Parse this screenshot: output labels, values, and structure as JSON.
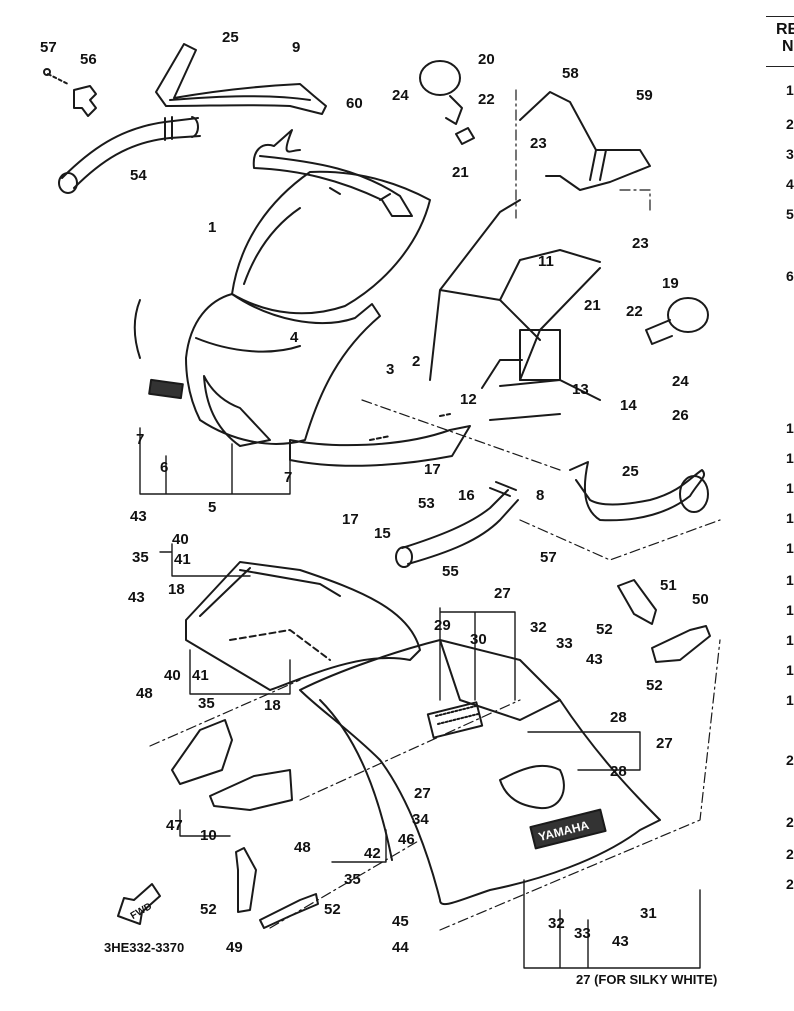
{
  "diagram": {
    "title_code": "3HE332-3370",
    "fwd_arrow_label": "FWD",
    "brand_decal_text": "YAMAHA",
    "footnote": "27 (FOR SILKY WHITE)",
    "ref_column": {
      "header_line1": "RE",
      "header_line2": "N",
      "visible_numbers": [
        "1",
        "2",
        "3",
        "4",
        "5",
        "6",
        "1",
        "1",
        "1",
        "1",
        "1",
        "1",
        "1",
        "1",
        "1",
        "1",
        "2",
        "2",
        "2",
        "2"
      ]
    },
    "labels": [
      {
        "id": "57a",
        "text": "57"
      },
      {
        "id": "56",
        "text": "56"
      },
      {
        "id": "25a",
        "text": "25"
      },
      {
        "id": "9",
        "text": "9"
      },
      {
        "id": "20",
        "text": "20"
      },
      {
        "id": "24a",
        "text": "24"
      },
      {
        "id": "22a",
        "text": "22"
      },
      {
        "id": "58",
        "text": "58"
      },
      {
        "id": "59",
        "text": "59"
      },
      {
        "id": "23a",
        "text": "23"
      },
      {
        "id": "60",
        "text": "60"
      },
      {
        "id": "54",
        "text": "54"
      },
      {
        "id": "21a",
        "text": "21"
      },
      {
        "id": "1",
        "text": "1"
      },
      {
        "id": "23b",
        "text": "23"
      },
      {
        "id": "11",
        "text": "11"
      },
      {
        "id": "19",
        "text": "19"
      },
      {
        "id": "21b",
        "text": "21"
      },
      {
        "id": "22b",
        "text": "22"
      },
      {
        "id": "4",
        "text": "4"
      },
      {
        "id": "3",
        "text": "3"
      },
      {
        "id": "2",
        "text": "2"
      },
      {
        "id": "24b",
        "text": "24"
      },
      {
        "id": "13",
        "text": "13"
      },
      {
        "id": "14",
        "text": "14"
      },
      {
        "id": "12",
        "text": "12"
      },
      {
        "id": "26",
        "text": "26"
      },
      {
        "id": "7a",
        "text": "7"
      },
      {
        "id": "6",
        "text": "6"
      },
      {
        "id": "7b",
        "text": "7"
      },
      {
        "id": "17a",
        "text": "17"
      },
      {
        "id": "16",
        "text": "16"
      },
      {
        "id": "25b",
        "text": "25"
      },
      {
        "id": "5",
        "text": "5"
      },
      {
        "id": "8",
        "text": "8"
      },
      {
        "id": "17b",
        "text": "17"
      },
      {
        "id": "15",
        "text": "15"
      },
      {
        "id": "53",
        "text": "53"
      },
      {
        "id": "43a",
        "text": "43"
      },
      {
        "id": "40a",
        "text": "40"
      },
      {
        "id": "35a",
        "text": "35"
      },
      {
        "id": "41a",
        "text": "41"
      },
      {
        "id": "55",
        "text": "55"
      },
      {
        "id": "57b",
        "text": "57"
      },
      {
        "id": "27a",
        "text": "27"
      },
      {
        "id": "18a",
        "text": "18"
      },
      {
        "id": "51",
        "text": "51"
      },
      {
        "id": "50",
        "text": "50"
      },
      {
        "id": "43b",
        "text": "43"
      },
      {
        "id": "29",
        "text": "29"
      },
      {
        "id": "30",
        "text": "30"
      },
      {
        "id": "32a",
        "text": "32"
      },
      {
        "id": "33a",
        "text": "33"
      },
      {
        "id": "52a",
        "text": "52"
      },
      {
        "id": "43c",
        "text": "43"
      },
      {
        "id": "52b",
        "text": "52"
      },
      {
        "id": "40b",
        "text": "40"
      },
      {
        "id": "41b",
        "text": "41"
      },
      {
        "id": "35b",
        "text": "35"
      },
      {
        "id": "18b",
        "text": "18"
      },
      {
        "id": "48a",
        "text": "48"
      },
      {
        "id": "28a",
        "text": "28"
      },
      {
        "id": "27b",
        "text": "27"
      },
      {
        "id": "28b",
        "text": "28"
      },
      {
        "id": "47",
        "text": "47"
      },
      {
        "id": "10",
        "text": "10"
      },
      {
        "id": "48b",
        "text": "48"
      },
      {
        "id": "27c",
        "text": "27"
      },
      {
        "id": "34",
        "text": "34"
      },
      {
        "id": "46",
        "text": "46"
      },
      {
        "id": "42",
        "text": "42"
      },
      {
        "id": "35c",
        "text": "35"
      },
      {
        "id": "31",
        "text": "31"
      },
      {
        "id": "52c",
        "text": "52"
      },
      {
        "id": "52d",
        "text": "52"
      },
      {
        "id": "45",
        "text": "45"
      },
      {
        "id": "32b",
        "text": "32"
      },
      {
        "id": "33b",
        "text": "33"
      },
      {
        "id": "43d",
        "text": "43"
      },
      {
        "id": "49",
        "text": "49"
      },
      {
        "id": "44",
        "text": "44"
      }
    ]
  }
}
